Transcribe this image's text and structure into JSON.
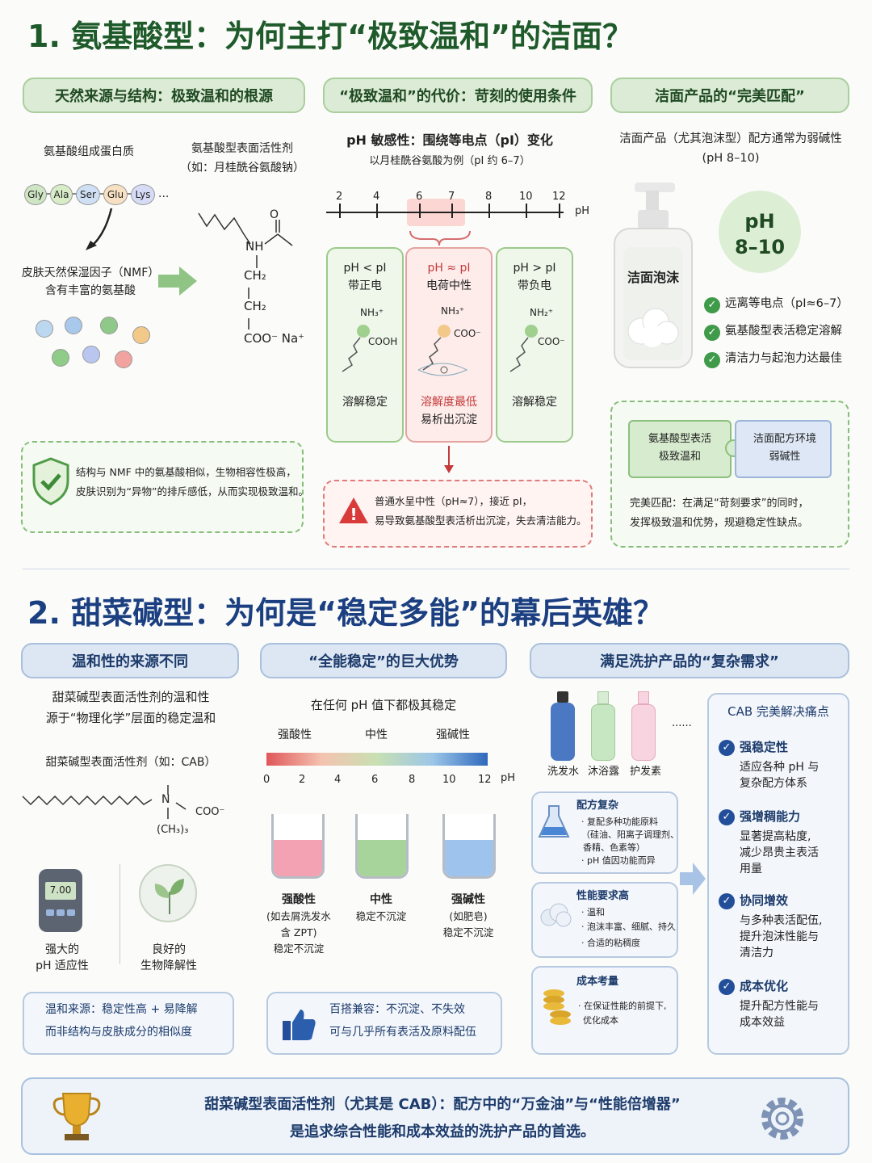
{
  "section1": {
    "title": "1. 氨基酸型：为何主打“极致温和”的洁面？",
    "pill1": "天然来源与结构：极致温和的根源",
    "pill2": "“极致温和”的代价：苛刻的使用条件",
    "pill3": "洁面产品的“完美匹配”",
    "c1": {
      "protein": "氨基酸组成蛋白质",
      "surf1": "氨基酸型表面活性剂",
      "surf2": "（如：月桂酰谷氨酸钠）",
      "aminos": [
        "Gly",
        "Ala",
        "Ser",
        "Glu",
        "Lys"
      ],
      "ellipsis": "...",
      "nmf1": "皮肤天然保湿因子（NMF）",
      "nmf2": "含有丰富的氨基酸",
      "nh": "NH",
      "ch2a": "CH₂",
      "ch2b": "CH₂",
      "coo": "COO⁻ Na⁺",
      "o": "O",
      "box1": "结构与 NMF 中的氨基酸相似，生物相容性极高，",
      "box2": "皮肤识别为“异物”的排斥感低，从而实现极致温和。"
    },
    "c2": {
      "head": "pH 敏感性：围绕等电点（pI）变化",
      "sub": "以月桂酰谷氨酸为例（pI 约 6–7）",
      "ticks": [
        "2",
        "4",
        "6",
        "7",
        "8",
        "10",
        "12"
      ],
      "ph": "pH",
      "cols": [
        {
          "a": "pH < pI",
          "b": "带正电",
          "g1": "NH₃⁺",
          "g2": "COOH",
          "r1": "溶解稳定",
          "r2": ""
        },
        {
          "a": "pH ≈ pI",
          "b": "电荷中性",
          "g1": "NH₃⁺",
          "g2": "COO⁻",
          "r1": "溶解度最低",
          "r2": "易析出沉淀"
        },
        {
          "a": "pH > pI",
          "b": "带负电",
          "g1": "NH₂⁺",
          "g2": "COO⁻",
          "r1": "溶解稳定",
          "r2": ""
        }
      ],
      "warn1": "普通水呈中性（pH≈7），接近 pI，",
      "warn2": "易导致氨基酸型表活析出沉淀，失去清洁能力。"
    },
    "c3": {
      "desc1": "洁面产品（尤其泡沫型）配方通常为弱碱性",
      "desc2": "(pH 8–10)",
      "bottle": "洁面泡沫",
      "ph1": "pH",
      "ph2": "8–10",
      "checks": [
        "远离等电点（pI≈6–7）",
        "氨基酸型表活稳定溶解",
        "清洁力与起泡力达最佳"
      ],
      "puz1a": "氨基酸型表活",
      "puz1b": "极致温和",
      "puz2a": "洁面配方环境",
      "puz2b": "弱碱性",
      "match1": "完美匹配：在满足“苛刻要求”的同时，",
      "match2": "发挥极致温和优势，规避稳定性缺点。"
    }
  },
  "section2": {
    "title": "2. 甜菜碱型：为何是“稳定多能”的幕后英雄？",
    "pill1": "温和性的来源不同",
    "pill2": "“全能稳定”的巨大优势",
    "pill3": "满足洗护产品的“复杂需求”",
    "c1": {
      "l1": "甜菜碱型表面活性剂的温和性",
      "l2": "源于“物理化学”层面的稳定温和",
      "l3": "甜菜碱型表面活性剂（如：CAB）",
      "n": "N",
      "coo": "COO⁻",
      "ch3": "(CH₃)₃",
      "meter": "7.00",
      "a1": "强大的",
      "a2": "pH 适应性",
      "b1": "良好的",
      "b2": "生物降解性",
      "box1": "温和来源：稳定性高 + 易降解",
      "box2": "而非结构与皮肤成分的相似度"
    },
    "c2": {
      "head": "在任何 pH 值下都极其稳定",
      "zones": [
        "强酸性",
        "中性",
        "强碱性"
      ],
      "ticks": [
        "0",
        "2",
        "4",
        "6",
        "8",
        "10",
        "12"
      ],
      "ph": "pH",
      "beakers": [
        {
          "t": "强酸性",
          "s1": "(如去屑洗发水",
          "s2": "含 ZPT)",
          "s3": "稳定不沉淀"
        },
        {
          "t": "中性",
          "s1": "稳定不沉淀",
          "s2": "",
          "s3": ""
        },
        {
          "t": "强碱性",
          "s1": "(如肥皂)",
          "s2": "稳定不沉淀",
          "s3": ""
        }
      ],
      "box1": "百搭兼容：不沉淀、不失效",
      "box2": "可与几乎所有表活及原料配伍"
    },
    "c3": {
      "products": [
        "洗发水",
        "沐浴露",
        "护发素"
      ],
      "dots": "......",
      "f1": {
        "t": "配方复杂",
        "l": [
          "· 复配多种功能原料",
          "（硅油、阳离子调理剂、",
          "香精、色素等）",
          "· pH 值因功能而异"
        ]
      },
      "f2": {
        "t": "性能要求高",
        "l": [
          "· 温和",
          "· 泡沫丰富、细腻、持久",
          "· 合适的粘稠度"
        ]
      },
      "f3": {
        "t": "成本考量",
        "l": [
          "· 在保证性能的前提下,",
          "优化成本"
        ]
      },
      "sol": "CAB 完美解决痛点",
      "items": [
        {
          "t": "强稳定性",
          "a": "适应各种 pH 与",
          "b": "复杂配方体系",
          "c": ""
        },
        {
          "t": "强增稠能力",
          "a": "显著提高粘度,",
          "b": "减少昂贵主表活",
          "c": "用量"
        },
        {
          "t": "协同增效",
          "a": "与多种表活配伍,",
          "b": "提升泡沫性能与",
          "c": "清洁力"
        },
        {
          "t": "成本优化",
          "a": "提升配方性能与",
          "b": "成本效益",
          "c": ""
        }
      ]
    },
    "footer1": "甜菜碱型表面活性剂（尤其是 CAB）：配方中的“万金油”与“性能倍增器”",
    "footer2": "是追求综合性能和成本效益的洗护产品的首选。"
  }
}
